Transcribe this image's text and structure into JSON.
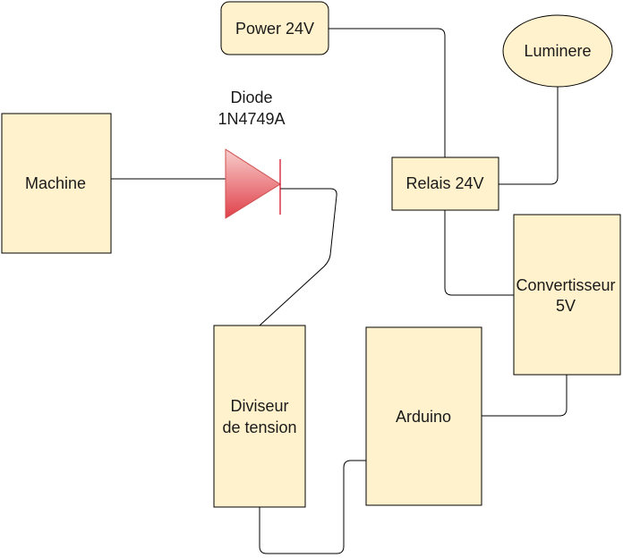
{
  "diagram": {
    "nodes": {
      "power": {
        "label": [
          "Power 24V"
        ]
      },
      "luminere": {
        "label": [
          "Luminere"
        ]
      },
      "machine": {
        "label": [
          "Machine"
        ]
      },
      "relais": {
        "label": [
          "Relais 24V"
        ]
      },
      "convertisseur": {
        "label": [
          "Convertisseur",
          "5V"
        ]
      },
      "diviseur": {
        "label": [
          "Diviseur",
          "de tension"
        ]
      },
      "arduino": {
        "label": [
          "Arduino"
        ]
      }
    },
    "diode": {
      "label": [
        "Diode",
        "1N4749A"
      ],
      "colors": {
        "fill_light": "#f8cecc",
        "fill_dark": "#e0404a",
        "stroke": "#d0021b"
      }
    },
    "colors": {
      "node_fill": "#fff2cc",
      "stroke": "#000000",
      "text": "#1a1a1a"
    }
  }
}
